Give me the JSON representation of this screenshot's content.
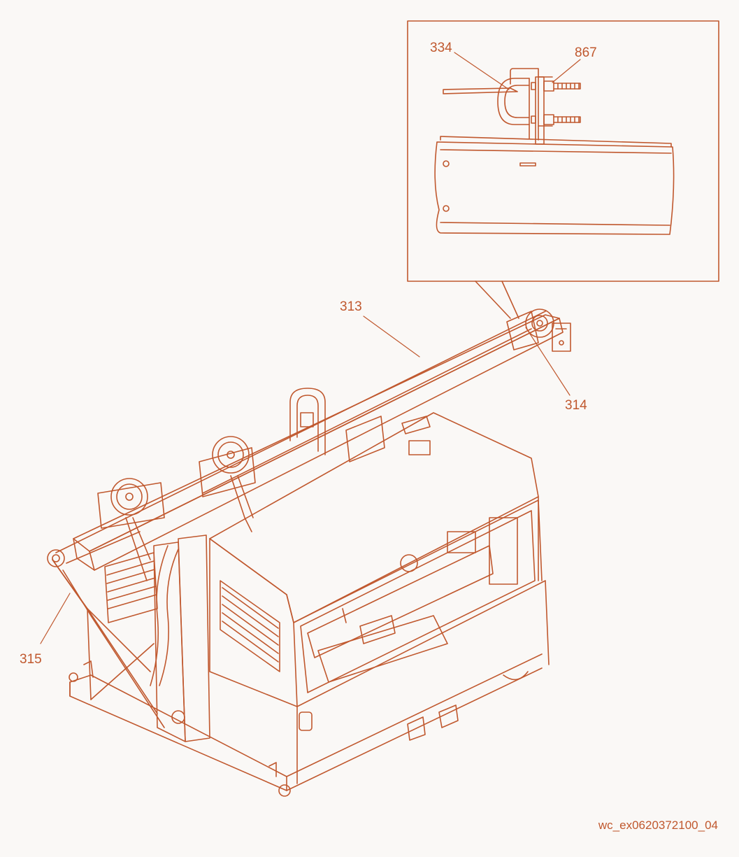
{
  "colors": {
    "line": "#c0582e",
    "background": "#faf8f6"
  },
  "callouts": {
    "c334": "334",
    "c867": "867",
    "c313": "313",
    "c314": "314",
    "c315": "315"
  },
  "figure_id": "wc_ex0620372100_04"
}
